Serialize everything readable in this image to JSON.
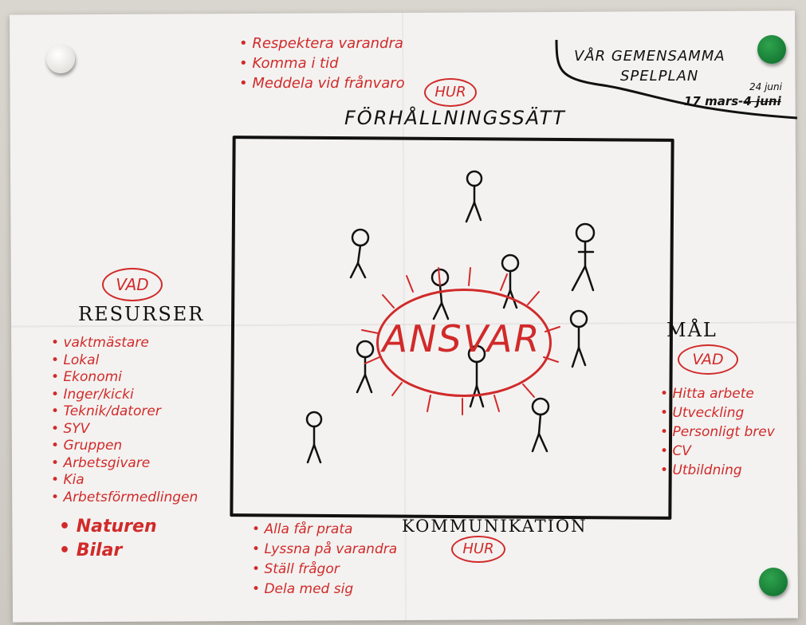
{
  "corner": {
    "line1": "VÅR GEMENSAMMA",
    "line2": "SPELPLAN",
    "date_added": "24 juni",
    "date_range": "17 mars-",
    "date_struck": "4 juni"
  },
  "top": {
    "items": [
      "Respektera varandra",
      "Komma i tid",
      "Meddela vid frånvaro"
    ],
    "badge": "HUR",
    "heading": "FÖRHÅLLNINGSSÄTT"
  },
  "left": {
    "badge": "VAD",
    "heading": "RESURSER",
    "items": [
      "vaktmästare",
      "Lokal",
      "Ekonomi",
      "Inger/kicki",
      "Teknik/datorer",
      "SYV",
      "Gruppen",
      "Arbetsgivare",
      "Kia",
      "Arbetsförmedlingen"
    ],
    "bold_items": [
      "Naturen",
      "Bilar"
    ]
  },
  "right": {
    "heading": "MÅL",
    "badge": "VAD",
    "items": [
      "Hitta arbete",
      "Utveckling",
      "Personligt brev",
      "CV",
      "Utbildning"
    ]
  },
  "center": {
    "word": "ANSVAR"
  },
  "bottom": {
    "heading": "KOMMUNIKATION",
    "badge": "HUR",
    "items": [
      "Alla får prata",
      "Lyssna på varandra",
      "Ställ frågor",
      "Dela med sig"
    ]
  },
  "colors": {
    "ink_red": "#d12a2a",
    "ink_black": "#111111",
    "paper": "#f3f2f0",
    "pin_green": "#1b8a3c"
  }
}
